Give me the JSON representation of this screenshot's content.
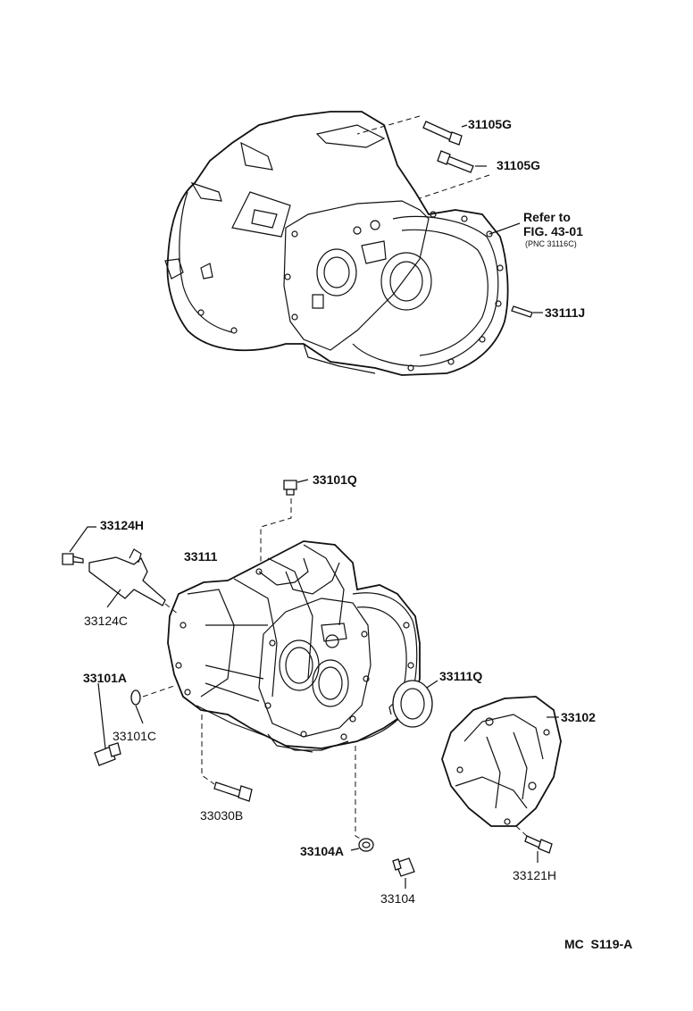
{
  "figure_code": "MC  S119-A",
  "labels": {
    "p31105g_a": "31105G",
    "p31105g_b": "31105G",
    "refer_1": "Refer to",
    "refer_2": "FIG. 43-01",
    "refer_3": "(PNC 31116C)",
    "p33111j": "33111J",
    "p33101q": "33101Q",
    "p33124h": "33124H",
    "p33111": "33111",
    "p33124c": "33124C",
    "p33101a": "33101A",
    "p33101c": "33101C",
    "p33111q": "33111Q",
    "p33102": "33102",
    "p33030b": "33030B",
    "p33104a": "33104A",
    "p33104": "33104",
    "p33121h": "33121H"
  }
}
